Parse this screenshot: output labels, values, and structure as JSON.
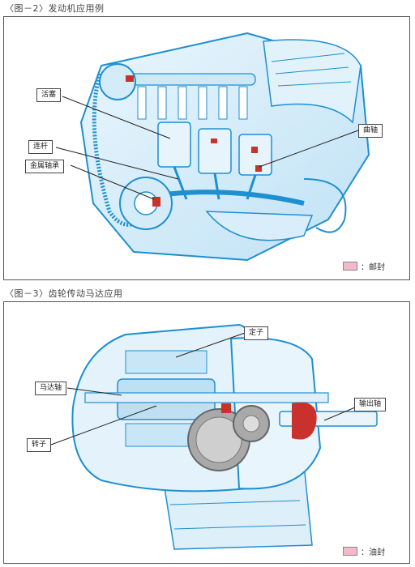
{
  "figure2": {
    "caption": "〈图－2〉发动机应用例",
    "labels": {
      "piston": "活塞",
      "con_rod": "连杆",
      "metal_bearing": "金属轴承",
      "crankshaft": "曲轴"
    },
    "legend": {
      "text": "：邮封",
      "color": "#f3b9c9"
    }
  },
  "figure3": {
    "caption": "〈图－3〉齿轮传动马达应用",
    "labels": {
      "stator": "定子",
      "motor_shaft": "马达轴",
      "rotor": "转子",
      "output_shaft": "输出轴"
    },
    "legend": {
      "text": "：油封",
      "color": "#f3b9c9"
    }
  },
  "colors": {
    "line_art": "#1e8fd0",
    "fill": "#d4ecf8",
    "seal": "#c8312c",
    "gear": "#a9a9a9"
  }
}
